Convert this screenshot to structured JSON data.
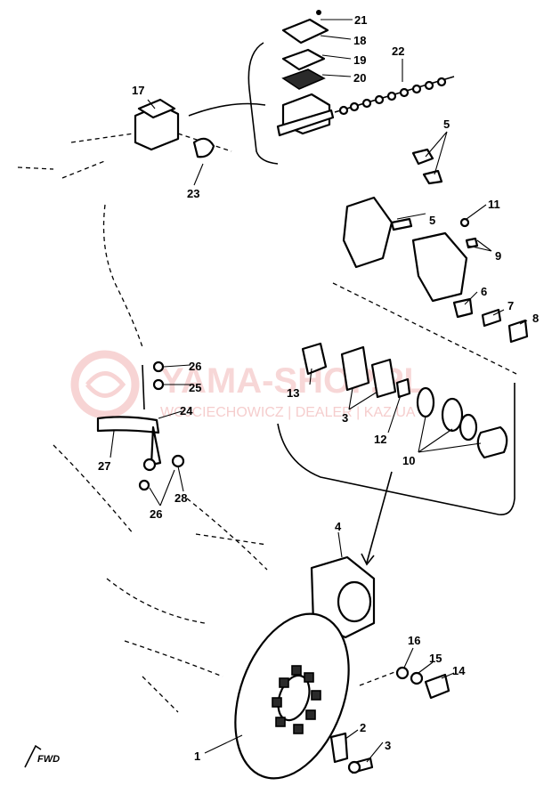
{
  "watermark": {
    "brand": "YAMA-SHOP.PL",
    "dealer": "WOJCIECHOWICZ | DEALER | KAZ.UA",
    "color": "#f2b8b8"
  },
  "direction_mark": "FWD",
  "callouts": {
    "c1": "1",
    "c2": "2",
    "c3": "3",
    "c4": "4",
    "c5a": "5",
    "c5b": "5",
    "c6": "6",
    "c7": "7",
    "c8": "8",
    "c9": "9",
    "c10": "10",
    "c11": "11",
    "c12": "12",
    "c13": "13",
    "c14": "14",
    "c15": "15",
    "c16": "16",
    "c17": "17",
    "c18": "18",
    "c19": "19",
    "c20": "20",
    "c21": "21",
    "c22": "22",
    "c23": "23",
    "c24": "24",
    "c25": "25",
    "c26a": "26",
    "c26b": "26",
    "c27": "27",
    "c28": "28"
  }
}
